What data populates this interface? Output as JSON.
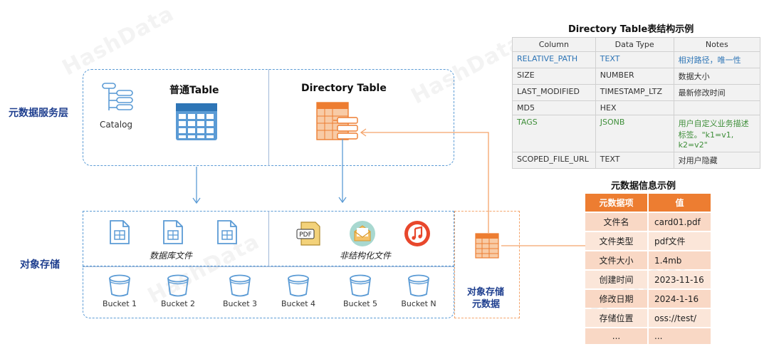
{
  "layers": {
    "metadata_service": "元数据服务层",
    "object_storage": "对象存储"
  },
  "metadata_service": {
    "catalog_label": "Catalog",
    "normal_table_title": "普通Table",
    "directory_table_title": "Directory Table"
  },
  "object_storage": {
    "db_files_label": "数据库文件",
    "unstructured_files_label": "非结构化文件",
    "pdf_icon_text": "PDF",
    "buckets": [
      "Bucket 1",
      "Bucket 2",
      "Bucket 3",
      "Bucket 4",
      "Bucket 5",
      "Bucket N"
    ],
    "object_metadata_label_line1": "对象存储",
    "object_metadata_label_line2": "元数据"
  },
  "directory_schema": {
    "title": "Directory Table表结构示例",
    "headers": [
      "Column",
      "Data Type",
      "Notes"
    ],
    "rows": [
      {
        "column": "RELATIVE_PATH",
        "type": "TEXT",
        "notes": "相对路径，唯一性"
      },
      {
        "column": "SIZE",
        "type": "NUMBER",
        "notes": "数据大小"
      },
      {
        "column": "LAST_MODIFIED",
        "type": "TIMESTAMP_LTZ",
        "notes": "最新修改时间"
      },
      {
        "column": "MD5",
        "type": "HEX",
        "notes": ""
      },
      {
        "column": "TAGS",
        "type": "JSONB",
        "notes": "用户自定义业务描述标签。\"k1=v1, k2=v2\""
      },
      {
        "column": "SCOPED_FILE_URL",
        "type": "TEXT",
        "notes": "对用户隐藏"
      }
    ]
  },
  "metadata_example": {
    "title": "元数据信息示例",
    "headers": [
      "元数据项",
      "值"
    ],
    "rows": [
      {
        "key": "文件名",
        "value": "card01.pdf"
      },
      {
        "key": "文件类型",
        "value": "pdf文件"
      },
      {
        "key": "文件大小",
        "value": "1.4mb"
      },
      {
        "key": "创建时间",
        "value": "2023-11-16"
      },
      {
        "key": "修改日期",
        "value": "2024-1-16"
      },
      {
        "key": "存储位置",
        "value": "oss://test/"
      },
      {
        "key": "...",
        "value": "..."
      }
    ]
  },
  "watermark": "HashData",
  "colors": {
    "blue_accent": "#5b9bd5",
    "orange_accent": "#ed7d31",
    "layer_label": "#1f3f8f"
  }
}
